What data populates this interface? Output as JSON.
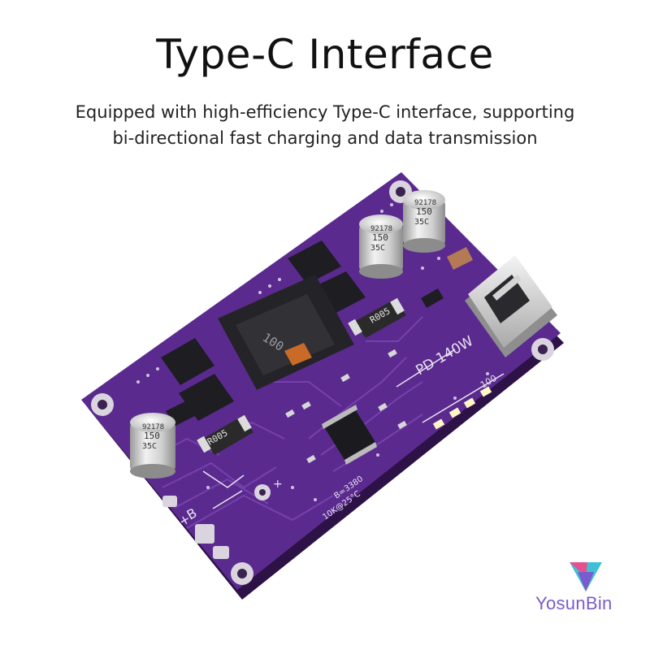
{
  "title": "Type-C Interface",
  "description": {
    "line1": "Equipped with high-efficiency Type-C interface, supporting",
    "line2": "bi-directional fast charging and data transmission"
  },
  "board": {
    "color": "#5b2a8f",
    "silkscreen": {
      "rating": "PD 140W",
      "inductor": "100",
      "resistor": "R005",
      "led_label": "100",
      "thermistor_line1": "10K@25°C",
      "thermistor_line2": "B=3380",
      "battery_plus": "+",
      "battery_label": "B",
      "load_plus": "+"
    },
    "capacitor": {
      "line1": "92178",
      "line2": "150",
      "line3": "35C"
    }
  },
  "brand": {
    "name": "YosunBin",
    "logo_icon": "v-triangle-logo-icon",
    "colors": [
      "#e5508f",
      "#3fc0d6",
      "#7a5ccc"
    ]
  }
}
